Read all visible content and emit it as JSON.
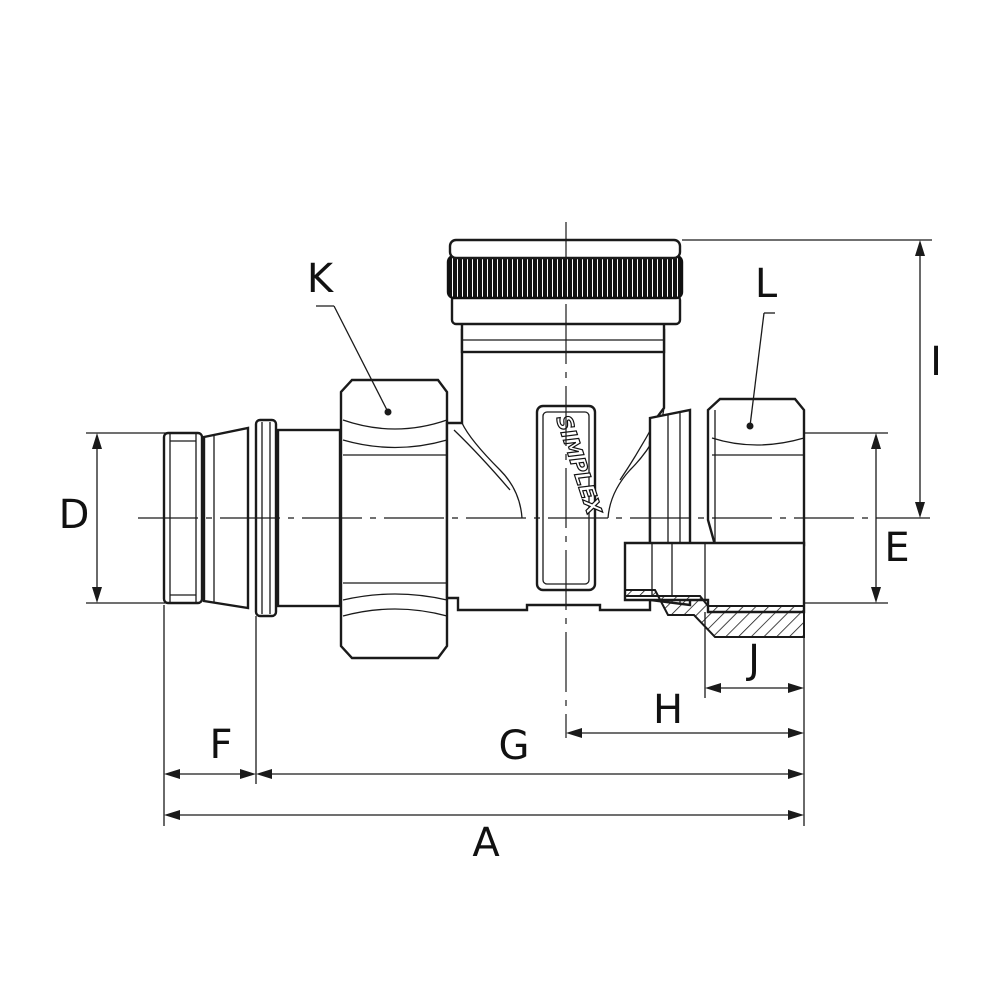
{
  "brand_text": "SIMPLEX",
  "dimension_labels": {
    "A": "A",
    "D": "D",
    "E": "E",
    "F": "F",
    "G": "G",
    "H": "H",
    "I": "I",
    "J": "J",
    "K": "K",
    "L": "L"
  },
  "colors": {
    "line": "#1a1a1a",
    "background": "#ffffff",
    "knob": "#111111"
  }
}
